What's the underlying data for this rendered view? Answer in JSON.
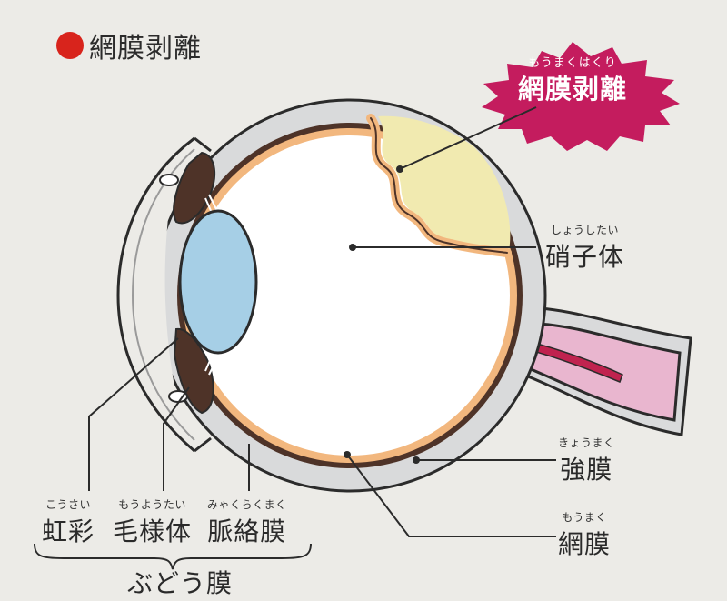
{
  "title": "網膜剥離",
  "callout": {
    "ruby": "もうまくはくり",
    "label": "網膜剥離"
  },
  "labels": {
    "vitreous": {
      "ruby": "しょうしたい",
      "label": "硝子体"
    },
    "sclera": {
      "ruby": "きょうまく",
      "label": "強膜"
    },
    "retina": {
      "ruby": "もうまく",
      "label": "網膜"
    },
    "iris": {
      "ruby": "こうさい",
      "label": "虹彩"
    },
    "ciliary": {
      "ruby": "もうようたい",
      "label": "毛様体"
    },
    "choroid": {
      "ruby": "みゃくらくまく",
      "label": "脈絡膜"
    }
  },
  "group_label": "ぶどう膜",
  "colors": {
    "accent_red": "#d8241c",
    "burst": "#c41c5e",
    "sclera": "#d9dadb",
    "choroid": "#4e3328",
    "retina": "#f2b77e",
    "detached_area": "#f1eab0",
    "lens": "#a6cfe6",
    "optic_nerve": "#e9b6cf",
    "vessel": "#c0234f"
  }
}
